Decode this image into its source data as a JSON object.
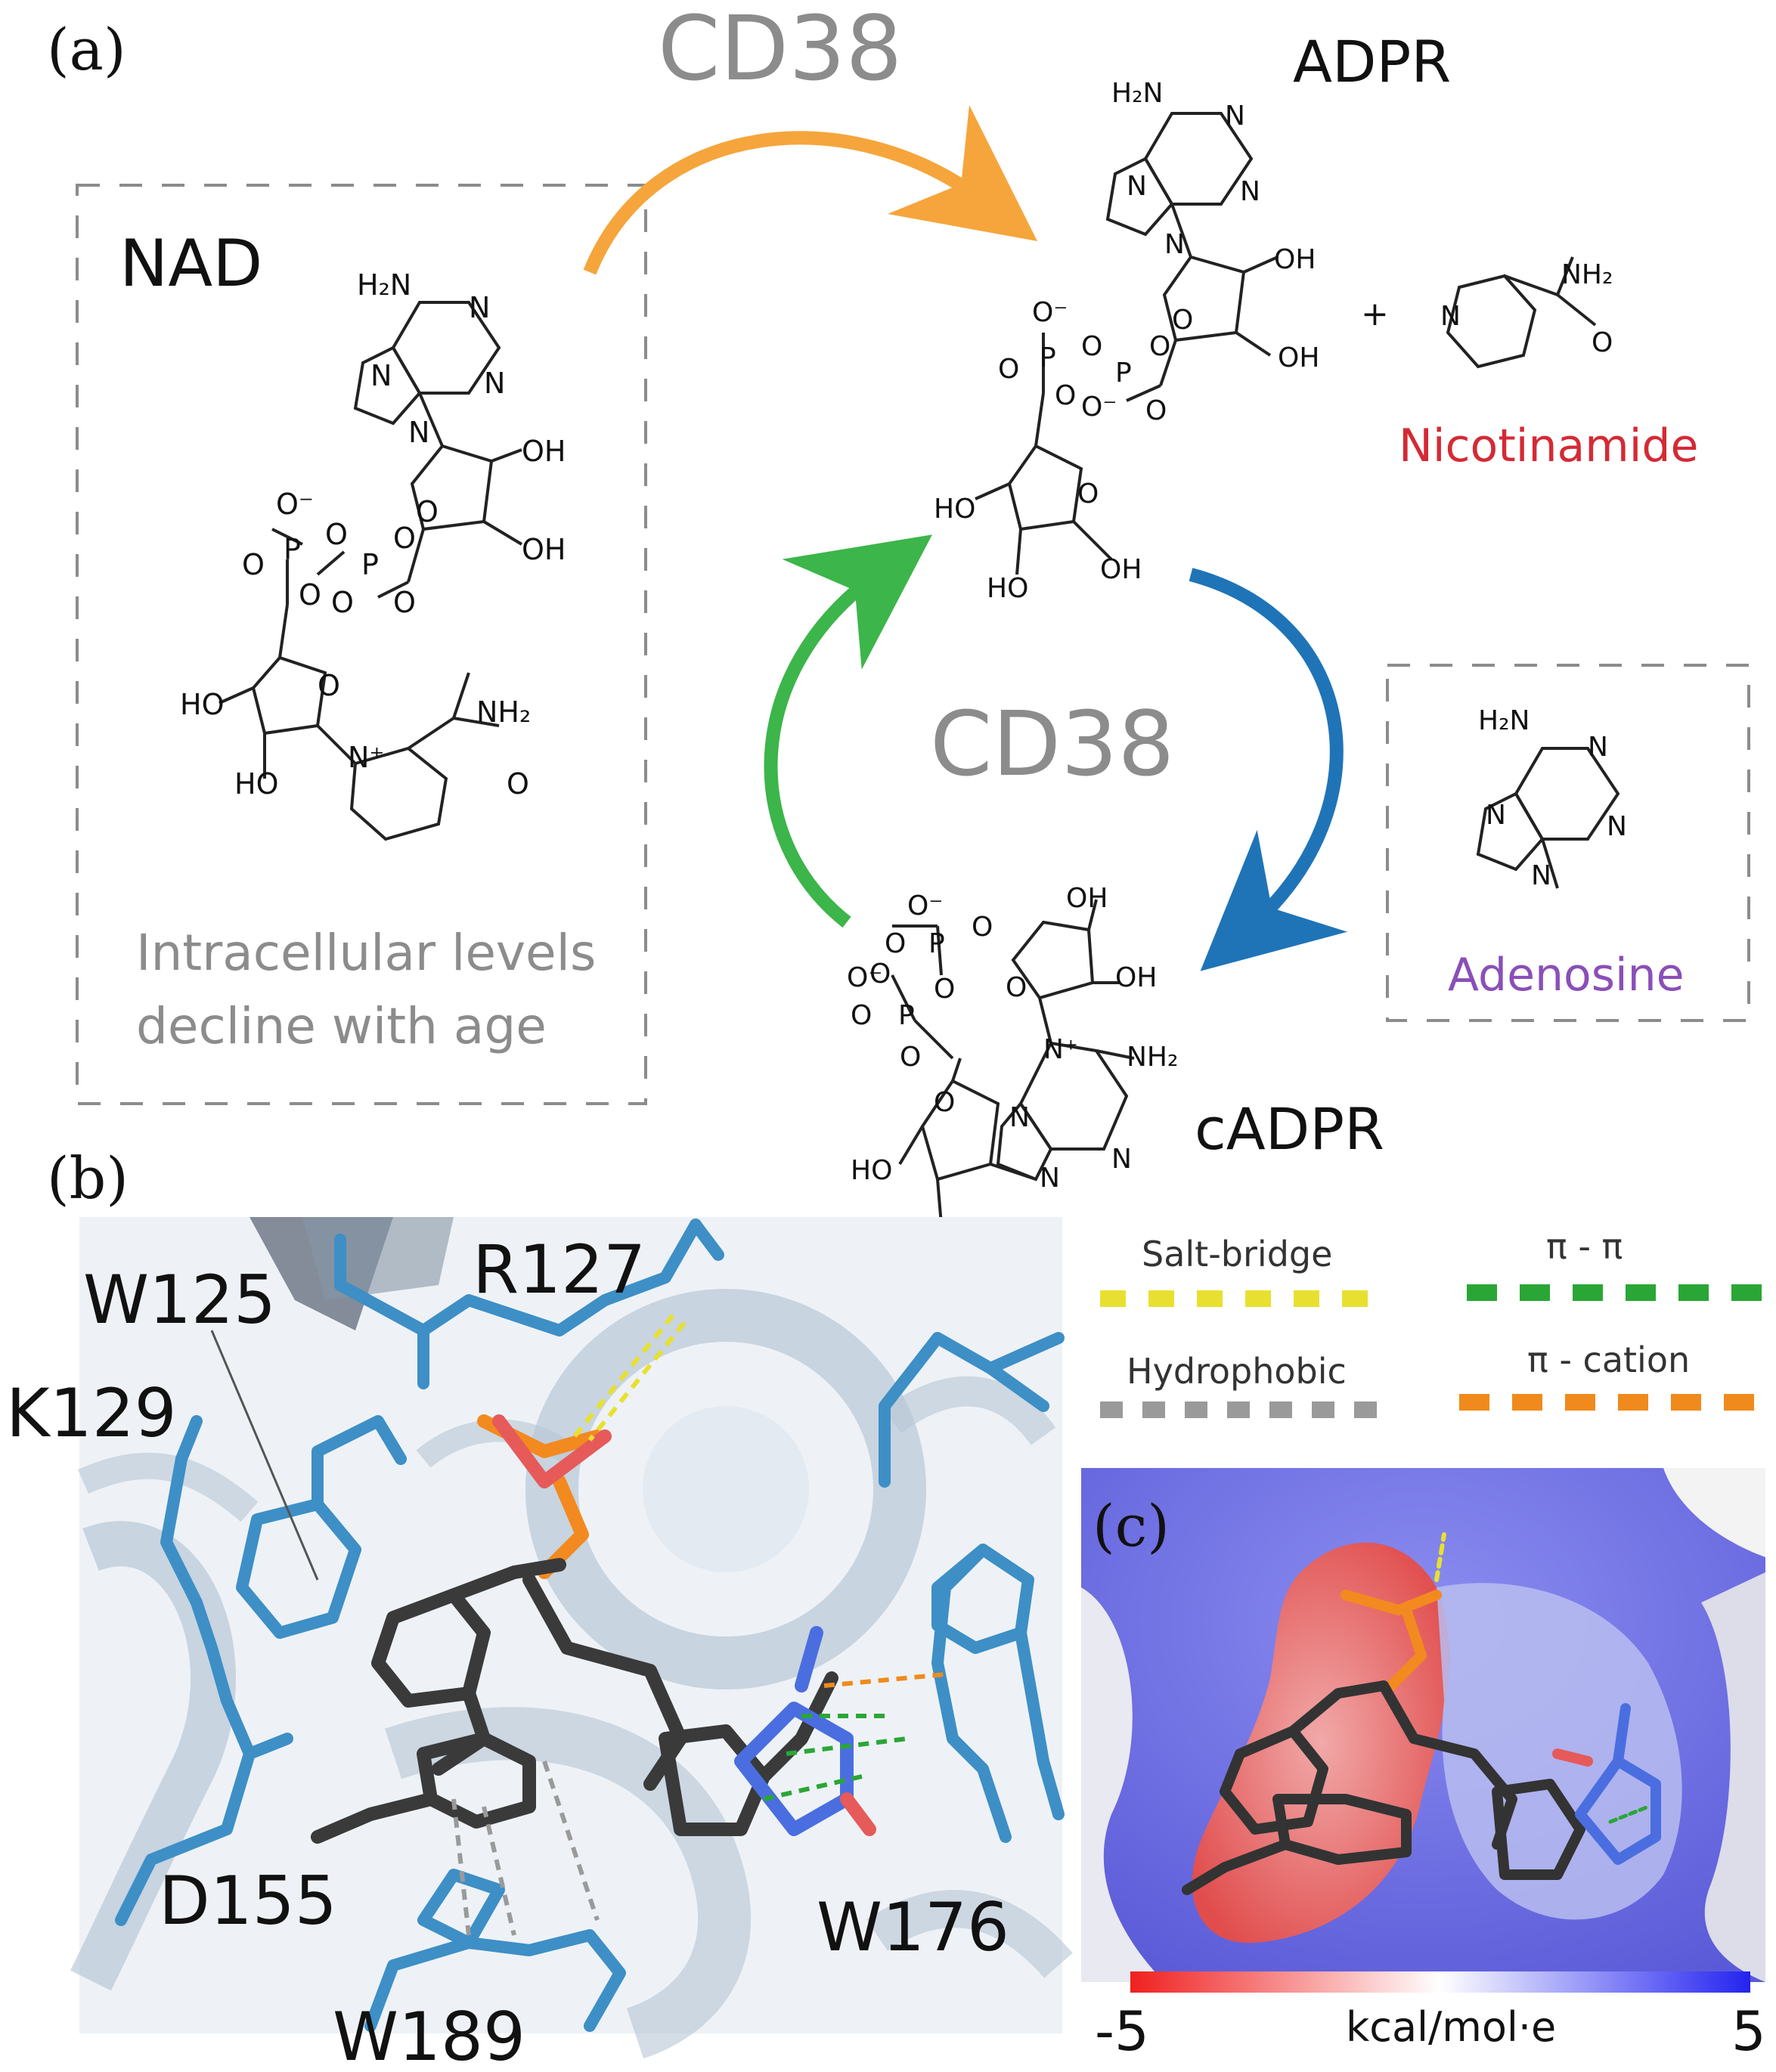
{
  "panel_a": {
    "label": "(a)",
    "enzyme_top": "CD38",
    "enzyme_center": "CD38",
    "nad": {
      "title": "NAD",
      "note_line1": "Intracellular levels",
      "note_line2": "decline with age",
      "atoms": {
        "h2n": "H₂N",
        "n": "N",
        "o": "O",
        "oh": "OH",
        "ho": "HO",
        "nh2": "NH₂",
        "pp": "P",
        "nplus": "N⁺",
        "ominus": "O⁻"
      }
    },
    "adpr": {
      "title": "ADPR",
      "plus": "+",
      "atoms": {
        "h2n": "H₂N",
        "n": "N",
        "o": "O",
        "oh": "OH",
        "ho": "HO",
        "pp": "P",
        "ominus": "O⁻"
      }
    },
    "nicotinamide": {
      "label": "Nicotinamide",
      "color": "#d42a35",
      "atoms": {
        "n": "N",
        "nh2": "NH₂",
        "o": "O"
      }
    },
    "cadpr": {
      "title": "cADPR",
      "atoms": {
        "n": "N",
        "nplus": "N⁺",
        "o": "O",
        "oh": "OH",
        "ho": "HO",
        "nh2": "NH₂",
        "pp": "P",
        "ominus": "O⁻"
      }
    },
    "adenosine": {
      "label": "Adenosine",
      "color": "#8a4fb8",
      "atoms": {
        "h2n": "H₂N",
        "n": "N"
      }
    },
    "arrow_colors": {
      "orange": "#f5a53b",
      "blue": "#1f74b7",
      "green": "#3cb54a"
    }
  },
  "panel_b": {
    "label": "(b)",
    "residues": [
      "W125",
      "R127",
      "K129",
      "D155",
      "W189",
      "W176"
    ],
    "legend": [
      {
        "label": "Salt-bridge",
        "color": "#e8e030"
      },
      {
        "label": "π - π",
        "color": "#2aa636"
      },
      {
        "label": "Hydrophobic",
        "color": "#9a9a9a"
      },
      {
        "label": "π - cation",
        "color": "#f08a1c"
      }
    ]
  },
  "panel_c": {
    "label": "(c)",
    "scale_min": "-5",
    "scale_max": "5",
    "scale_unit": "kcal/mol·e",
    "gradient_colors": [
      "#f02020",
      "#ffffff",
      "#2323f0"
    ]
  }
}
